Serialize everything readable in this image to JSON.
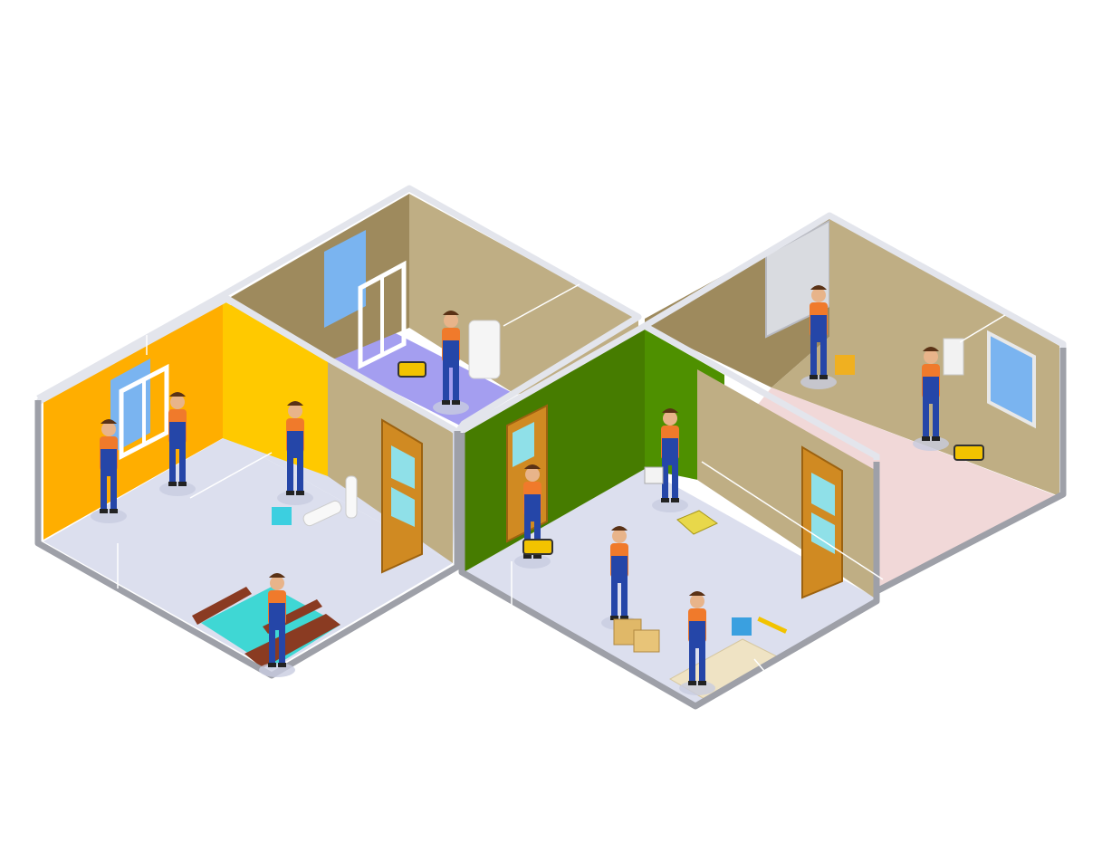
{
  "colors": {
    "background": "#ffffff",
    "wall_beige": "#bfae84",
    "wall_beige_dark": "#9e8a5d",
    "wall_orange": "#ffae00",
    "wall_yellow": "#ffc900",
    "wall_green": "#467c00",
    "wall_green_light": "#4e9000",
    "floor_grey": "#dcdfee",
    "floor_purple": "#a49ef0",
    "floor_pink": "#f1d8d8",
    "floor_teal": "#3fd7d4",
    "wall_top": "#e3e5ec",
    "wall_edge": "#9ea0a8",
    "worker_shirt": "#f07a2b",
    "worker_overalls": "#2546a8",
    "window_blue": "#7ab4f0",
    "door_wood": "#d08a22",
    "callout_text": "#f0f0f0"
  },
  "scene": {
    "rooms": [
      "window-installation-room",
      "bathroom",
      "brickwork-room",
      "wiring-room",
      "painting-tiling-room",
      "flooring-room"
    ]
  },
  "callouts": [
    {
      "id": "window",
      "lines": [
        "",
        "",
        ""
      ]
    },
    {
      "id": "plumbing",
      "lines": [
        "",
        "",
        ""
      ]
    },
    {
      "id": "brick",
      "lines": [
        "",
        "",
        ""
      ]
    },
    {
      "id": "electric",
      "lines": [
        "",
        "",
        ""
      ]
    },
    {
      "id": "flooring-left",
      "lines": [
        "",
        "",
        ""
      ]
    },
    {
      "id": "wallpaper",
      "lines": [
        "",
        "",
        ""
      ]
    },
    {
      "id": "door",
      "lines": [
        "",
        "",
        ""
      ]
    },
    {
      "id": "tiles",
      "lines": [
        "",
        "",
        ""
      ]
    },
    {
      "id": "paint",
      "lines": [
        "",
        "",
        ""
      ]
    }
  ]
}
